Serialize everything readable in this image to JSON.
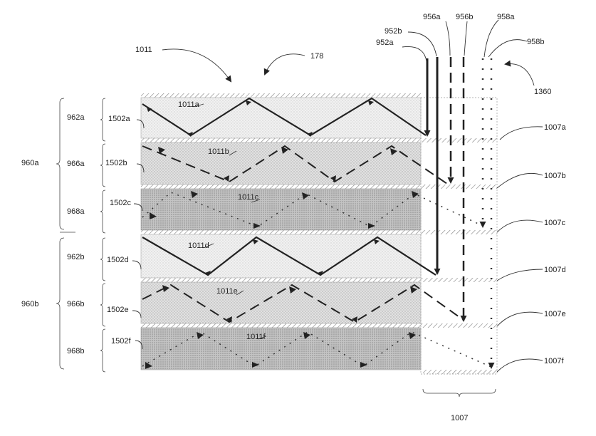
{
  "figure": {
    "ref_main": "1011",
    "ref_assembly": "178",
    "ref_arrow": "1360",
    "ref_bottom": "1007",
    "group_labels": [
      "960a",
      "960b"
    ],
    "layer_labels": [
      "962a",
      "966a",
      "968a",
      "962b",
      "966b",
      "968b"
    ],
    "sublayer_labels": [
      "1502a",
      "1502b",
      "1502c",
      "1502d",
      "1502e",
      "1502f"
    ],
    "path_labels": [
      "1011a",
      "1011b",
      "1011c",
      "1011d",
      "1011e",
      "1011f"
    ],
    "output_labels": [
      "1007a",
      "1007b",
      "1007c",
      "1007d",
      "1007e",
      "1007f"
    ],
    "top_labels": [
      "952a",
      "952b",
      "956a",
      "956b",
      "958a",
      "958b"
    ]
  }
}
